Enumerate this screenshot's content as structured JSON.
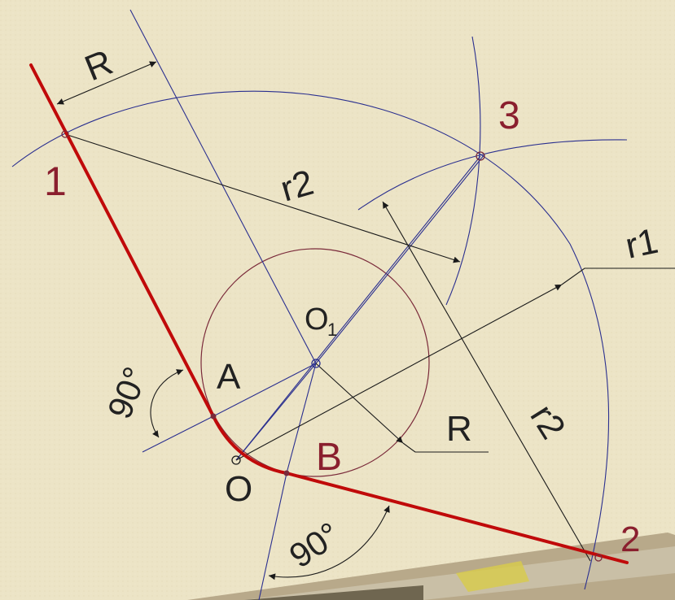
{
  "diagram": {
    "labels": {
      "point_1": "1",
      "point_2": "2",
      "point_3": "3",
      "point_a": "A",
      "point_b": "B",
      "point_o": "O",
      "point_o1": "O",
      "point_o1_sub": "1",
      "radius_r_top": "R",
      "radius_r_center": "R",
      "radius_r2_top": "r2",
      "radius_r2_bottom": "r2",
      "radius_r1": "r1",
      "angle_left": "90°",
      "angle_bottom": "90°"
    },
    "colors": {
      "background": "#ece4c6",
      "red_line": "#c00a0a",
      "construction_blue": "#2a2f8f",
      "dimension_black": "#1a1a1a",
      "circle_maroon": "#7a2a3a",
      "label_red": "#8a1f2e"
    }
  }
}
